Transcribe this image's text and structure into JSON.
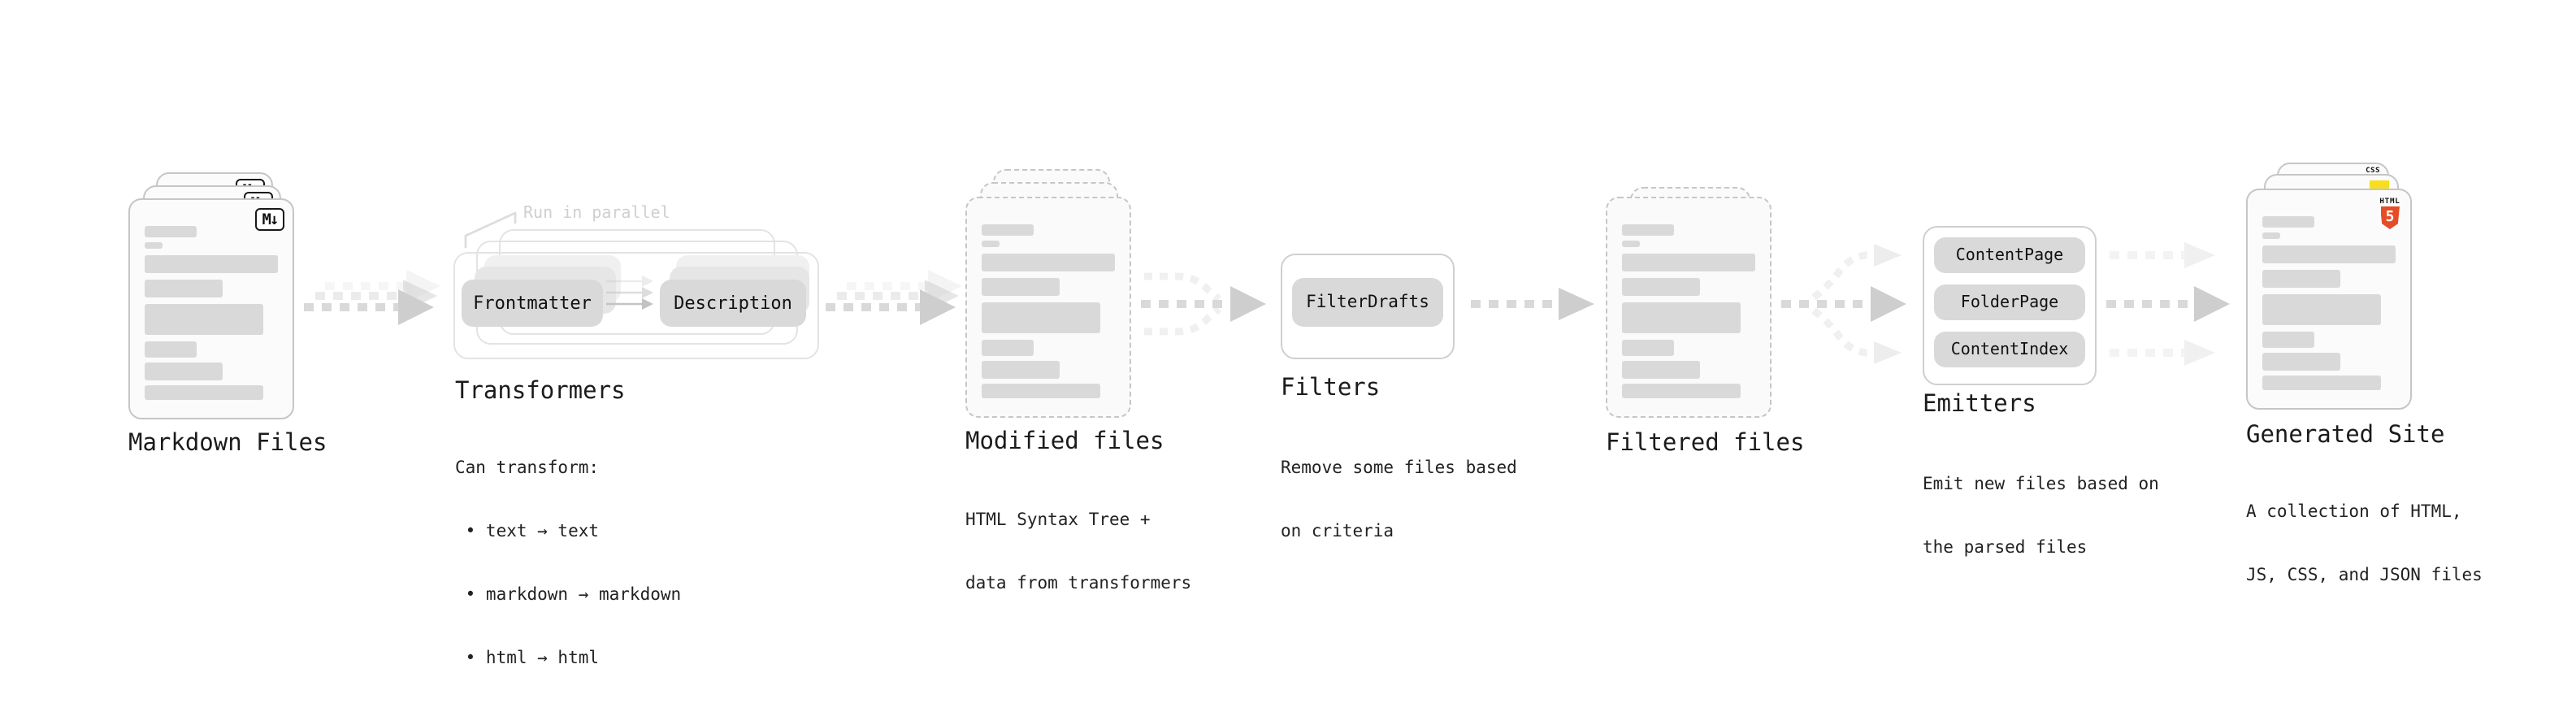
{
  "stages": {
    "markdown_files": {
      "title": "Markdown Files",
      "file_badge": "M↓"
    },
    "transformers": {
      "title": "Transformers",
      "annotation": "Run in parallel",
      "pill_left": "Frontmatter",
      "pill_right": "Description",
      "desc": [
        "Can transform:",
        " • text → text",
        " • markdown → markdown",
        " • html → html"
      ]
    },
    "modified_files": {
      "title": "Modified files",
      "desc": [
        "HTML Syntax Tree +",
        "data from transformers"
      ]
    },
    "filters": {
      "title": "Filters",
      "pill": "FilterDrafts",
      "desc": [
        "Remove some files based",
        "on criteria"
      ]
    },
    "filtered_files": {
      "title": "Filtered files"
    },
    "emitters": {
      "title": "Emitters",
      "pills": [
        "ContentPage",
        "FolderPage",
        "ContentIndex"
      ],
      "desc": [
        "Emit new files based on",
        "the parsed files"
      ]
    },
    "generated_site": {
      "title": "Generated Site",
      "html_badge_label": "HTML",
      "html_badge_number": "5",
      "css_badge_label": "CSS",
      "desc": [
        "A collection of HTML,",
        "JS, CSS, and JSON files"
      ]
    }
  },
  "colors": {
    "html5_badge": "#e44d26",
    "js_badge": "#f7df1e",
    "css_badge_bar": "#2b66f6"
  }
}
